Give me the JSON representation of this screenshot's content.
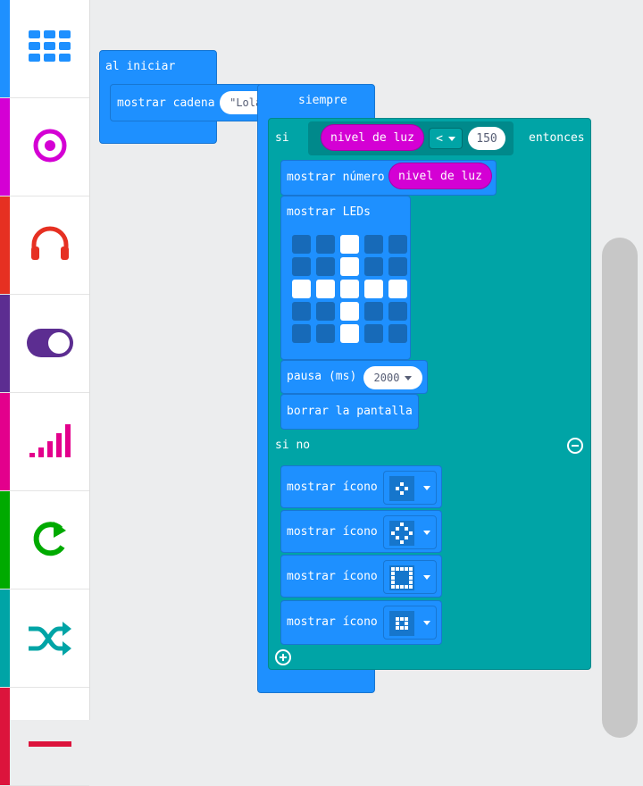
{
  "toolbox": {
    "categories": [
      {
        "name": "basic",
        "color": "#1e90ff",
        "icon": "grid-icon"
      },
      {
        "name": "input",
        "color": "#d400d4",
        "icon": "target-icon"
      },
      {
        "name": "music",
        "color": "#e63022",
        "icon": "headphones-icon"
      },
      {
        "name": "led",
        "color": "#5c2d91",
        "icon": "toggle-icon"
      },
      {
        "name": "radio",
        "color": "#e3008c",
        "icon": "signal-bars-icon"
      },
      {
        "name": "loops",
        "color": "#00aa00",
        "icon": "refresh-icon"
      },
      {
        "name": "logic",
        "color": "#00a4a6",
        "icon": "shuffle-icon"
      },
      {
        "name": "variables",
        "color": "#dc143c",
        "icon": "partial"
      }
    ]
  },
  "blocks": {
    "on_start": {
      "hat_label": "al iniciar",
      "show_string_label": "mostrar cadena",
      "string_value": "\"Lola.S\""
    },
    "forever": {
      "hat_label": "siempre",
      "if_label": "si",
      "condition": {
        "sensor": "nivel de luz",
        "operator": "<",
        "value": "150"
      },
      "then_label": "entonces",
      "show_number_label": "mostrar número",
      "show_number_arg": "nivel de luz",
      "show_leds_label": "mostrar LEDs",
      "leds": [
        [
          0,
          0,
          1,
          0,
          0
        ],
        [
          0,
          0,
          1,
          0,
          0
        ],
        [
          1,
          1,
          1,
          1,
          1
        ],
        [
          0,
          0,
          1,
          0,
          0
        ],
        [
          0,
          0,
          1,
          0,
          0
        ]
      ],
      "pause_label": "pausa (ms)",
      "pause_value": "2000",
      "clear_label": "borrar la pantalla",
      "else_label": "si no",
      "icon_blocks": [
        {
          "label": "mostrar ícono",
          "icon": "small-diamond-icon"
        },
        {
          "label": "mostrar ícono",
          "icon": "diamond-icon"
        },
        {
          "label": "mostrar ícono",
          "icon": "square-icon"
        },
        {
          "label": "mostrar ícono",
          "icon": "small-square-icon"
        }
      ]
    }
  }
}
